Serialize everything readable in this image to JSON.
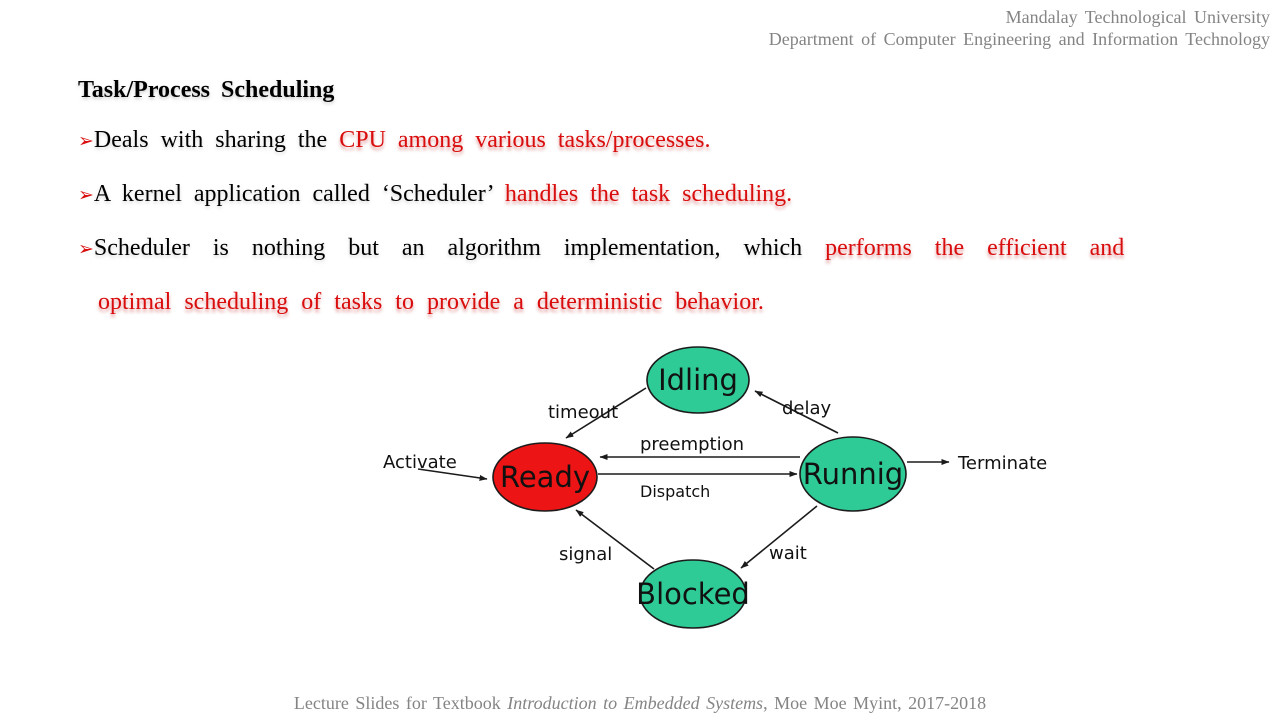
{
  "header": {
    "line1": "Mandalay Technological University",
    "line2": "Department of Computer Engineering  and Information Technology"
  },
  "slide": {
    "title": "Task/Process Scheduling",
    "bullet_glyph": "➢",
    "bullets": [
      {
        "black": "Deals with sharing the ",
        "red": "CPU among various tasks/processes."
      },
      {
        "black": "A kernel application called ‘Scheduler’ ",
        "red": "handles the task scheduling."
      },
      {
        "black": "Scheduler is nothing but an algorithm implementation, which ",
        "red_line1": "performs the efficient and",
        "red_line2": "optimal scheduling of tasks to provide a deterministic behavior."
      }
    ],
    "text_colors": {
      "emphasis_red": "#d90d0d",
      "body_black": "#000000",
      "muted_gray": "#848484"
    }
  },
  "diagram": {
    "type": "state-diagram",
    "colors": {
      "green": "#2ecb96",
      "red": "#ec1414",
      "line": "#1b1b1b"
    },
    "states": {
      "idling": "Idling",
      "ready": "Ready",
      "running": "Runnig",
      "blocked": "Blocked"
    },
    "labels": {
      "activate": "Activate",
      "timeout": "timeout",
      "delay": "delay",
      "preemption": "preemption",
      "dispatch": "Dispatch",
      "terminate": "Terminate",
      "signal": "signal",
      "wait": "wait"
    }
  },
  "footer": {
    "part1": "Lecture Slides for Textbook ",
    "italic": "Introduction to Embedded Systems",
    "part2": ", Moe Moe Myint, 2017-2018"
  }
}
